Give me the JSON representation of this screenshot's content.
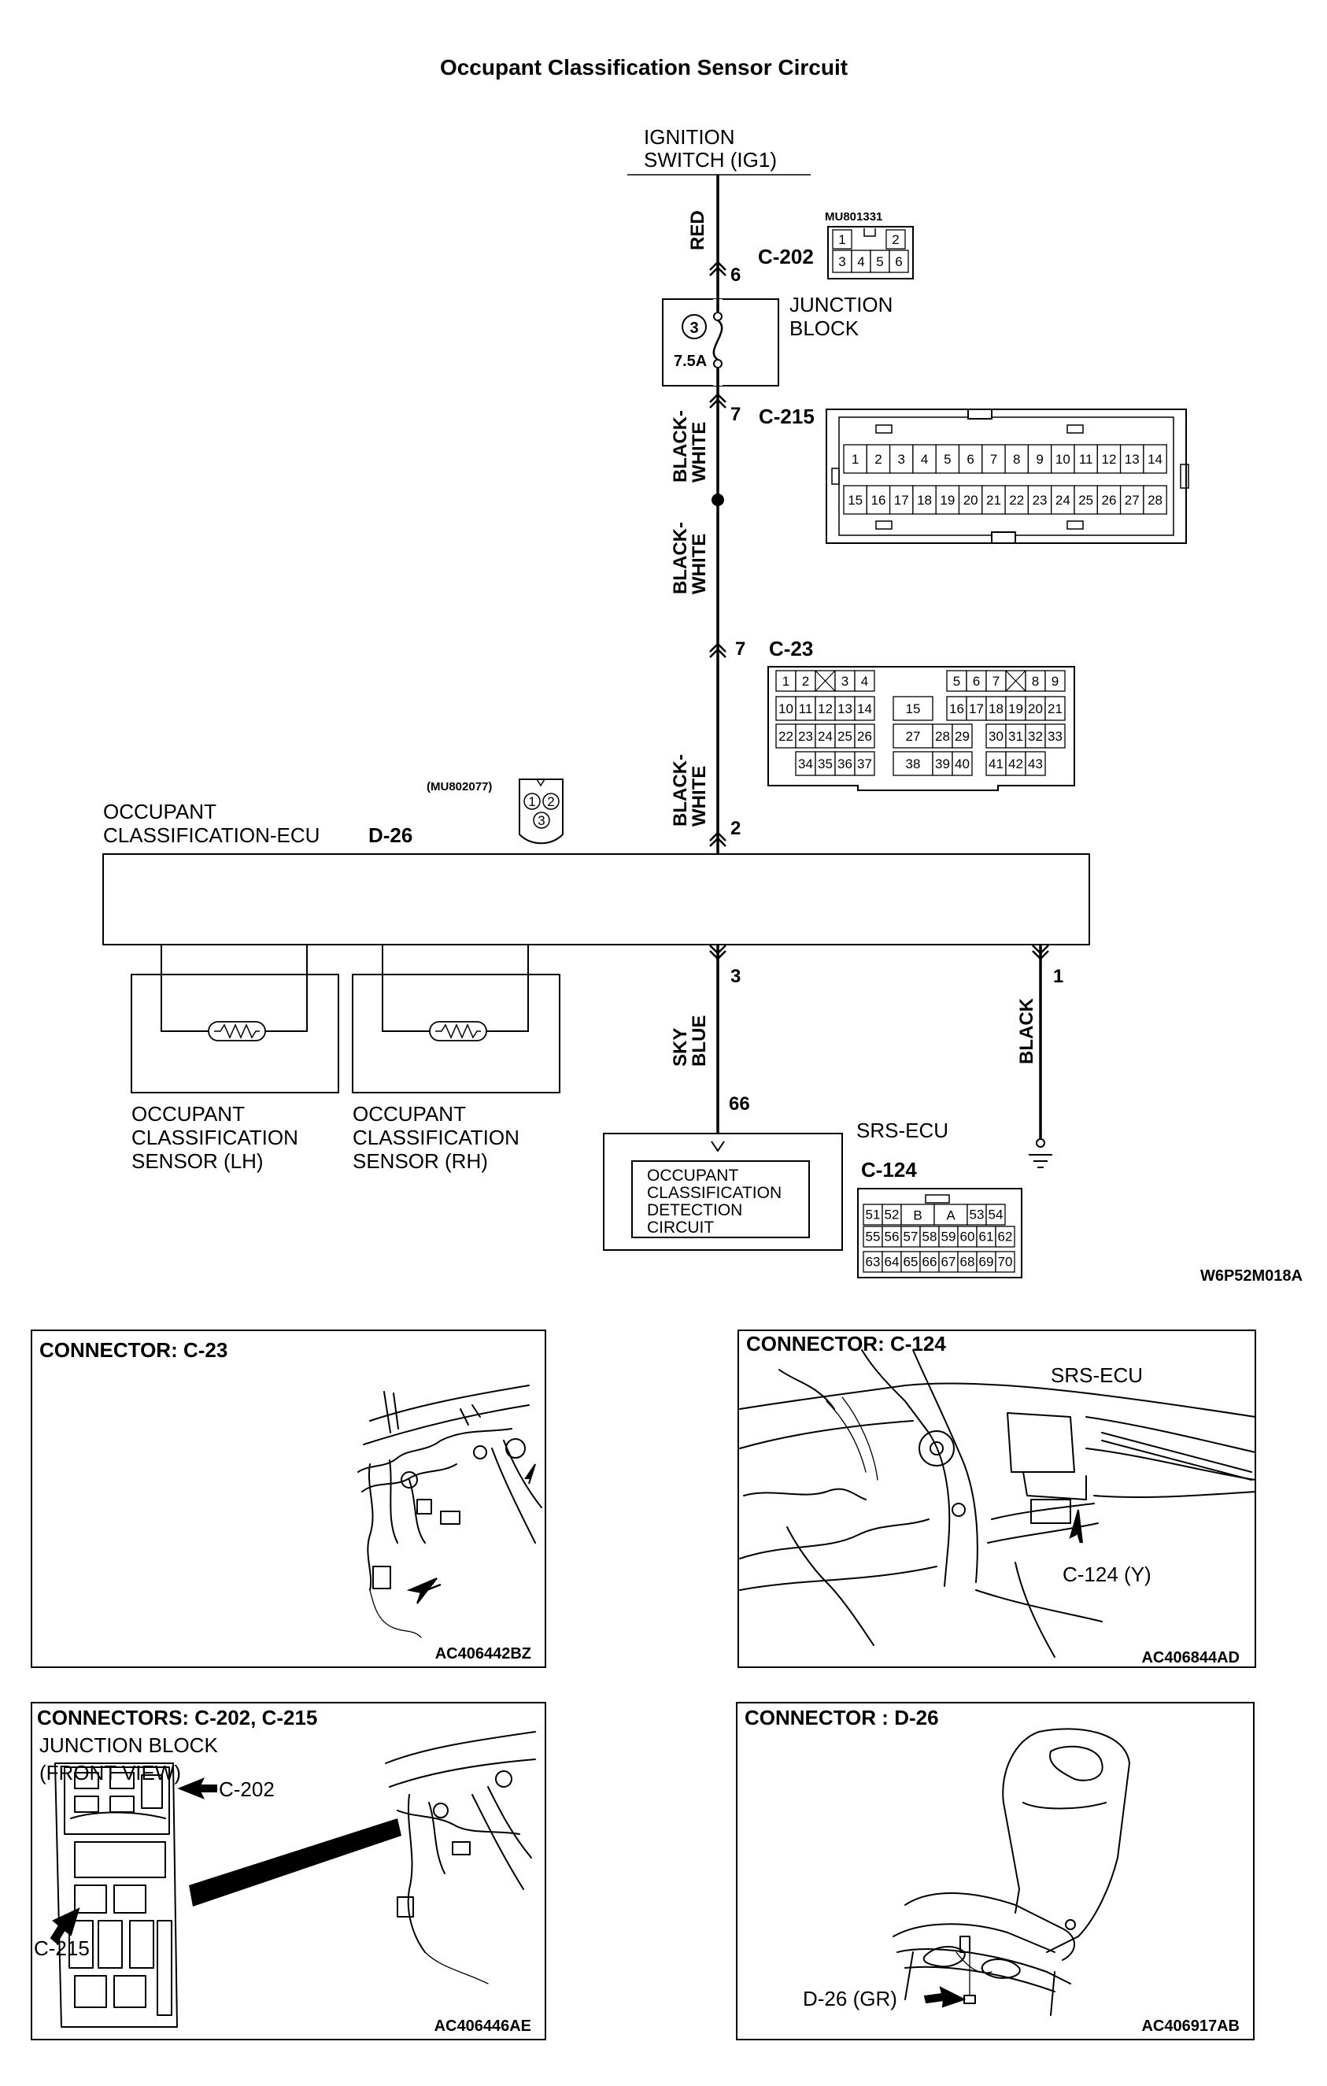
{
  "title": "Occupant Classification Sensor Circuit",
  "schematic": {
    "ignition": {
      "line1": "IGNITION",
      "line2": "SWITCH (IG1)"
    },
    "wires": {
      "red": "RED",
      "bw_a_1": "BLACK-",
      "bw_a_2": "WHITE",
      "bw_b_1": "BLACK-",
      "bw_b_2": "WHITE",
      "bw_c_1": "BLACK-",
      "bw_c_2": "WHITE",
      "sky_1": "SKY",
      "sky_2": "BLUE",
      "black": "BLACK"
    },
    "pins": {
      "p6": "6",
      "p7a": "7",
      "p7b": "7",
      "p2": "2",
      "p3": "3",
      "p1": "1",
      "p66": "66"
    },
    "c202": {
      "label": "C-202",
      "part": "MU801331"
    },
    "junction_block": {
      "line1": "JUNCTION",
      "line2": "BLOCK",
      "fuse_no": "3",
      "fuse_rating": "7.5A"
    },
    "c215": {
      "label": "C-215"
    },
    "c23": {
      "label": "C-23"
    },
    "ecu": {
      "line1": "OCCUPANT",
      "line2": "CLASSIFICATION-ECU",
      "id": "D-26",
      "part": "(MU802077)"
    },
    "sensor_lh": {
      "line1": "OCCUPANT",
      "line2": "CLASSIFICATION",
      "line3": "SENSOR (LH)"
    },
    "sensor_rh": {
      "line1": "OCCUPANT",
      "line2": "CLASSIFICATION",
      "line3": "SENSOR (RH)"
    },
    "srs": {
      "label": "SRS-ECU",
      "line1": "OCCUPANT",
      "line2": "CLASSIFICATION",
      "line3": "DETECTION",
      "line4": "CIRCUIT"
    },
    "c124": {
      "label": "C-124"
    },
    "figure_code": "W6P52M018A"
  },
  "pinouts": {
    "c202": {
      "top": [
        "1",
        "",
        "2"
      ],
      "bottom": [
        "3",
        "4",
        "5",
        "6"
      ]
    },
    "c215": {
      "row1": [
        "1",
        "2",
        "3",
        "4",
        "5",
        "6",
        "7",
        "8",
        "9",
        "10",
        "11",
        "12",
        "13",
        "14"
      ],
      "row2": [
        "15",
        "16",
        "17",
        "18",
        "19",
        "20",
        "21",
        "22",
        "23",
        "24",
        "25",
        "26",
        "27",
        "28"
      ]
    },
    "c23": {
      "r1": [
        "1",
        "2",
        "",
        "3",
        "4",
        "5",
        "6",
        "7",
        "",
        "8",
        "9"
      ],
      "r2": [
        "10",
        "11",
        "12",
        "13",
        "14",
        "15",
        "16",
        "17",
        "18",
        "19",
        "20",
        "21"
      ],
      "r3": [
        "22",
        "23",
        "24",
        "25",
        "26",
        "27",
        "28",
        "29",
        "30",
        "31",
        "32",
        "33"
      ],
      "r4": [
        "34",
        "35",
        "36",
        "37",
        "38",
        "39",
        "40",
        "41",
        "42",
        "43"
      ]
    },
    "c124": {
      "r1": [
        "51",
        "52",
        "B",
        "A",
        "53",
        "54"
      ],
      "r2": [
        "55",
        "56",
        "57",
        "58",
        "59",
        "60",
        "61",
        "62"
      ],
      "r3": [
        "63",
        "64",
        "65",
        "66",
        "67",
        "68",
        "69",
        "70"
      ]
    }
  },
  "panels": {
    "p1": {
      "title": "CONNECTOR: C-23",
      "code": "AC406442BZ"
    },
    "p2": {
      "title": "CONNECTOR: C-124",
      "code": "AC406844AD",
      "srs": "SRS-ECU",
      "callout": "C-124 (Y)"
    },
    "p3": {
      "title": "CONNECTORS: C-202, C-215",
      "sub1": "JUNCTION BLOCK",
      "sub2": "(FRONT VIEW)",
      "c202": "C-202",
      "c215": "C-215",
      "code": "AC406446AE"
    },
    "p4": {
      "title": "CONNECTOR : D-26",
      "callout": "D-26 (GR)",
      "code": "AC406917AB"
    }
  }
}
